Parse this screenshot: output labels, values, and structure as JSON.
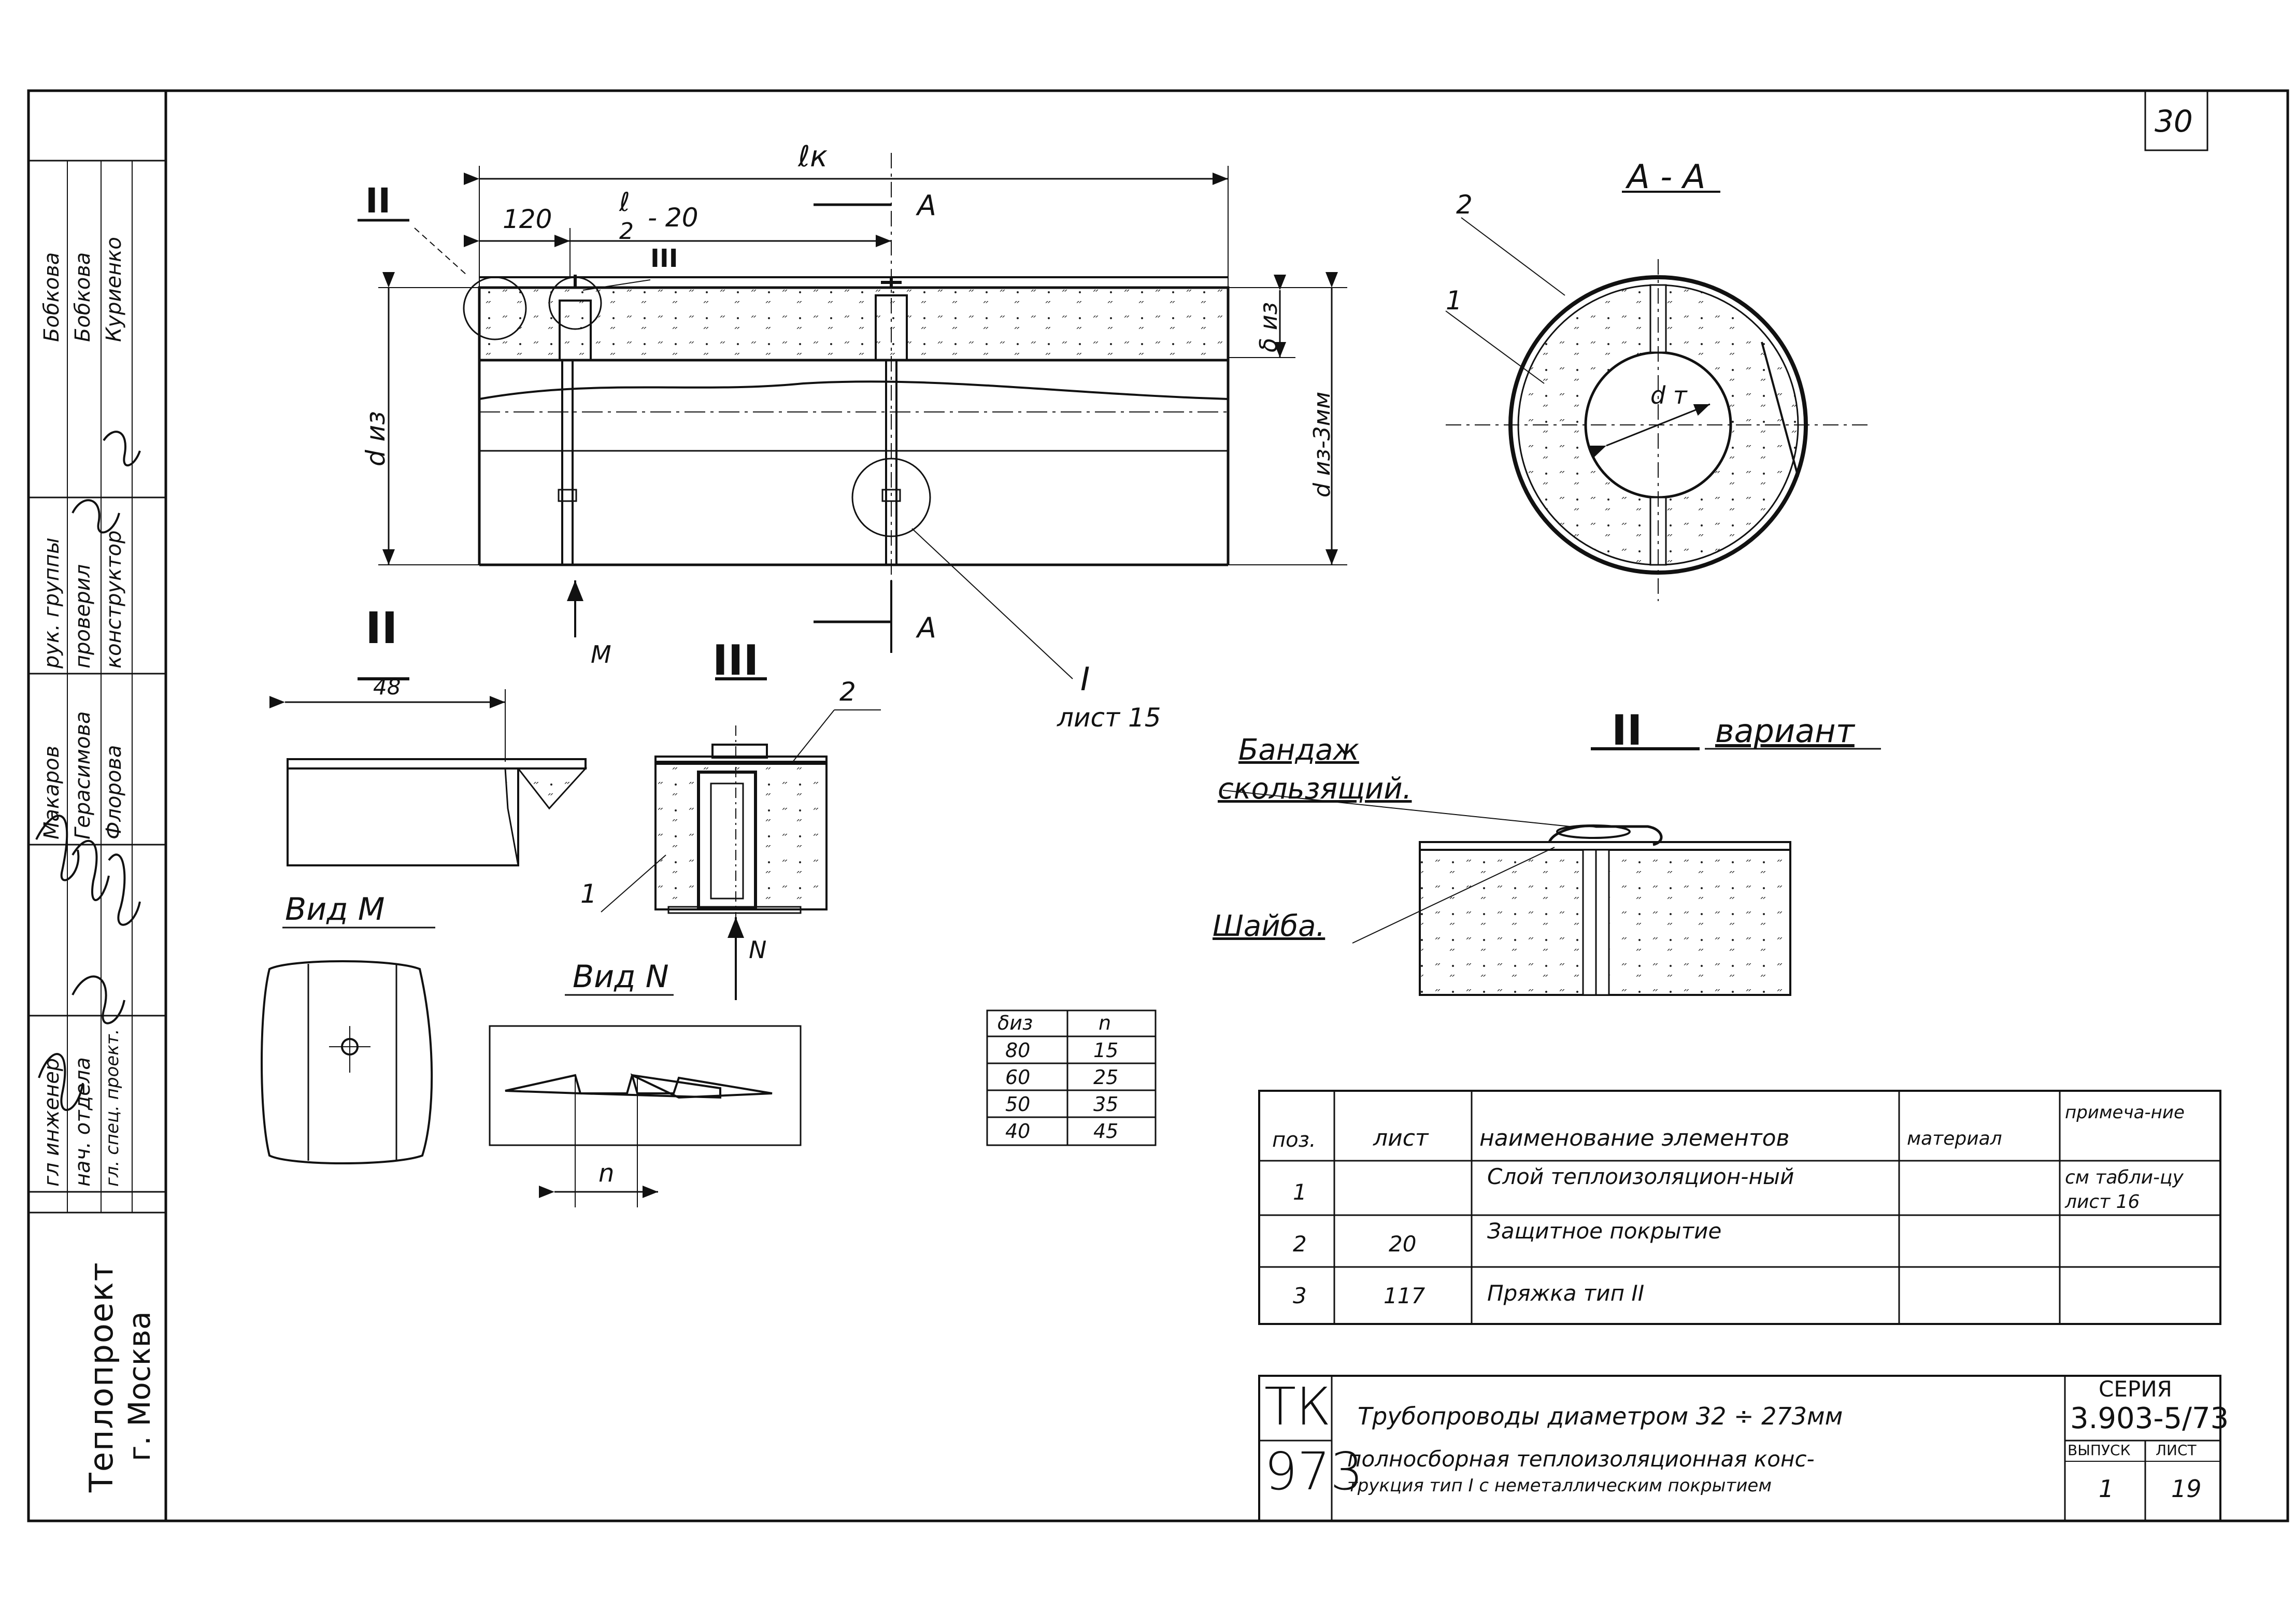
{
  "sheet_number": "30",
  "section_marks": {
    "aa_title": "A - A",
    "cut_a": "A",
    "detail_ii": "II",
    "detail_iii": "III",
    "detail_i": "I"
  },
  "dimensions": {
    "lk": "ℓк",
    "d120": "120",
    "l": "ℓ",
    "two": "2",
    "minus20": "- 20",
    "d_iz": "d из",
    "d_iz_3": "d из-3мм",
    "delta_iz": "δ из",
    "d_t": "d т",
    "w48": "48",
    "n": "n"
  },
  "leaders": {
    "one": "1",
    "two": "2"
  },
  "callouts": {
    "detail_i_sheet": "лист 15",
    "view_m_arrow": "M",
    "view_n_arrow": "N"
  },
  "titles": {
    "view_m": "Вид M",
    "view_n": "Вид N",
    "variant": "вариант"
  },
  "variant_labels": {
    "bandage_1": "Бандаж",
    "bandage_2": "скользящий.",
    "washer": "Шайба."
  },
  "small_table": {
    "headers": [
      "δиз",
      "n"
    ],
    "rows": [
      [
        "80",
        "15"
      ],
      [
        "60",
        "25"
      ],
      [
        "50",
        "35"
      ],
      [
        "40",
        "45"
      ]
    ]
  },
  "spec_table": {
    "headers": [
      "поз.",
      "лист",
      "наименование элементов",
      "материал",
      "примеча-ние"
    ],
    "rows": [
      {
        "pos": "1",
        "sheet": "",
        "name": "Слой теплоизоляцион-ный",
        "material": "",
        "note": "см табли-цу лист 16"
      },
      {
        "pos": "2",
        "sheet": "20",
        "name": "Защитное покрытие",
        "material": "",
        "note": ""
      },
      {
        "pos": "3",
        "sheet": "117",
        "name": "Пряжка тип II",
        "material": "",
        "note": ""
      }
    ]
  },
  "title_block": {
    "code_top": "ТК",
    "code_bottom": "973",
    "title_line1": "Трубопроводы диаметром 32 ÷ 273мм",
    "title_line2": "полносборная теплоизоляционная конс-",
    "title_line3": "трукция тип I с неметаллическим покрытием",
    "series_label": "СЕРИЯ",
    "series_value": "3.903-5/73",
    "issue_label": "ВЫПУСК",
    "issue_value": "1",
    "sheet_label": "ЛИСТ",
    "sheet_value": "19"
  },
  "side_stamp": {
    "org_line1": "Теплопроект",
    "org_line2": "г. Москва",
    "roles": [
      "гл инженер",
      "нач. отдела",
      "гл. спец. проект.",
      "рук. группы",
      "проверил",
      "конструктор"
    ],
    "names": [
      "Макаров",
      "Герасимова",
      "Флорова",
      "Бобкова",
      "Бобкова",
      "Куриенко"
    ]
  }
}
